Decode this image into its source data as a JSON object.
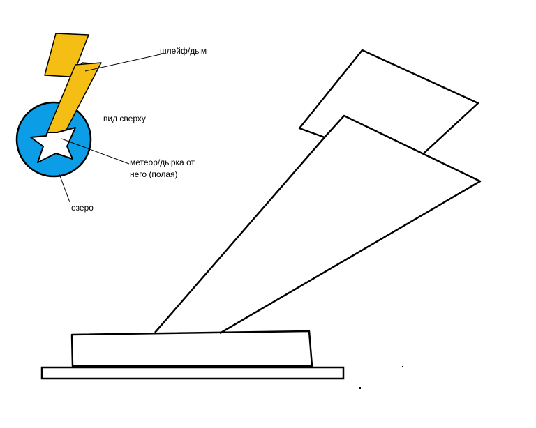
{
  "labels": {
    "plume": "шлейф/дым",
    "top_view": "вид сверху",
    "meteor_line1": "метеор/дырка от",
    "meteor_line2": "него (полая)",
    "lake": "озеро"
  },
  "colors": {
    "lake_fill": "#0b9ee6",
    "plume_fill": "#f5be14",
    "star_fill": "#ffffff",
    "stroke": "#000000"
  }
}
